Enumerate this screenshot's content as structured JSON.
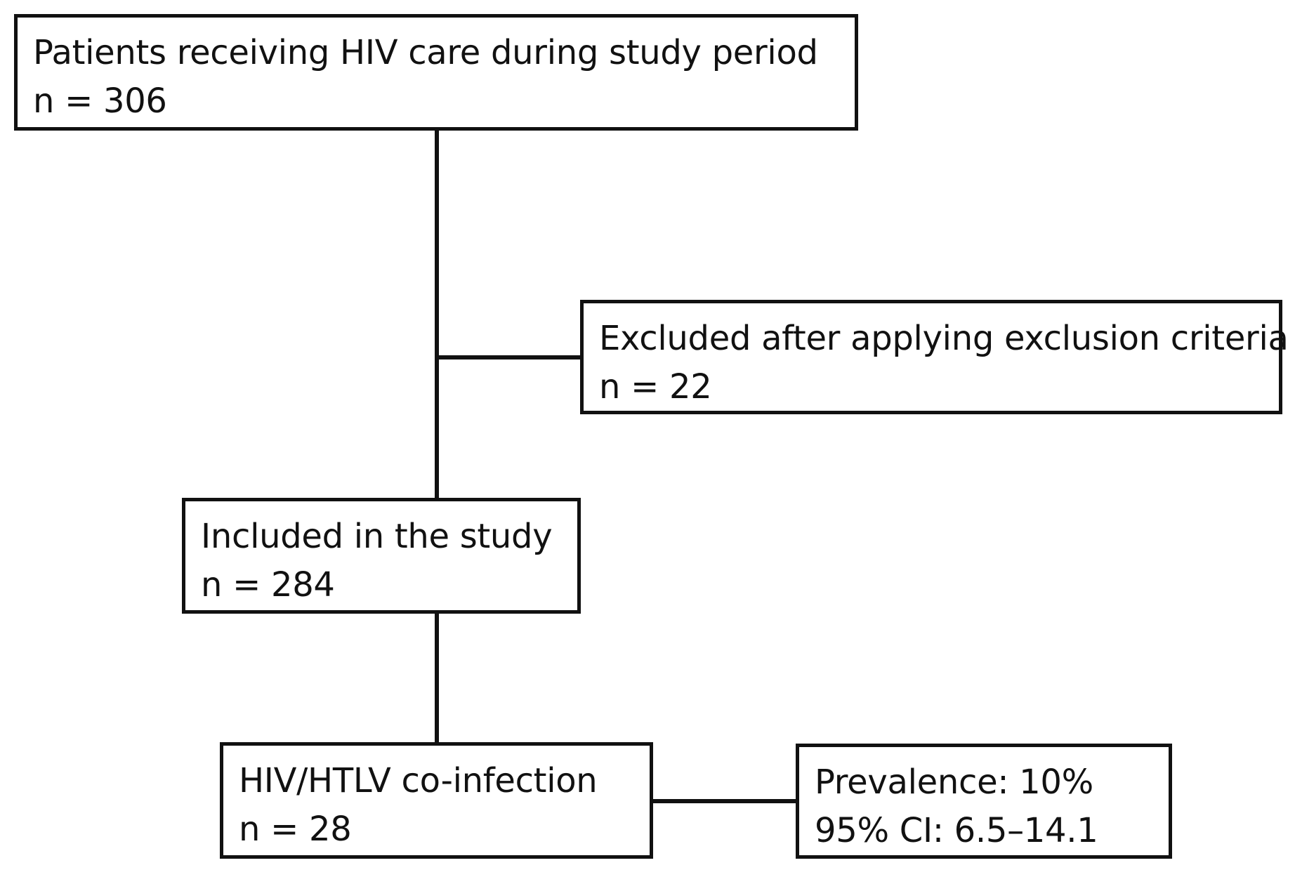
{
  "flowchart": {
    "total": {
      "label": "Patients receiving HIV care during study period",
      "count": "n = 306"
    },
    "excluded": {
      "label": "Excluded after applying exclusion criteria",
      "count": "n = 22"
    },
    "included": {
      "label": "Included in the study",
      "count": "n = 284"
    },
    "coinfection": {
      "label": "HIV/HTLV co-infection",
      "count": "n = 28"
    },
    "prevalence": {
      "label": "Prevalence: 10%",
      "ci": "95% CI: 6.5–14.1"
    }
  }
}
